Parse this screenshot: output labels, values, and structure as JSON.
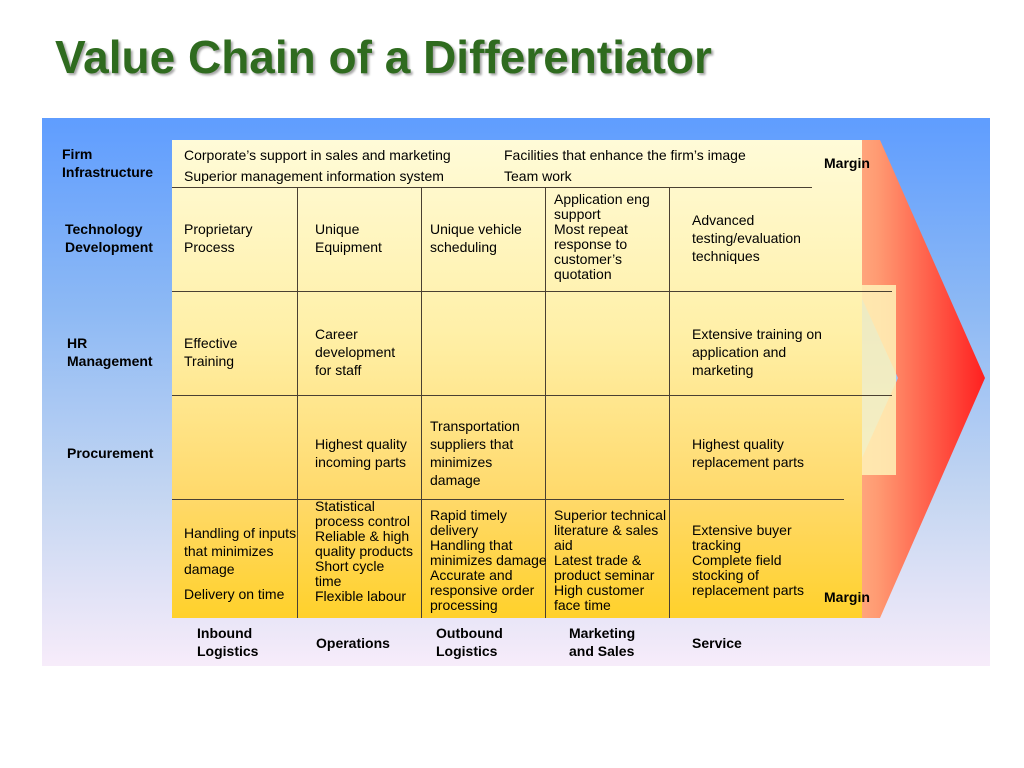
{
  "title": "Value Chain of a Differentiator",
  "row_labels": {
    "infrastructure": "Firm\nInfrastructure",
    "technology": "Technology\nDevelopment",
    "hr": "HR\nManagement",
    "procurement": "Procurement"
  },
  "col_labels": {
    "inbound": "Inbound\nLogistics",
    "operations": "Operations",
    "outbound": "Outbound\nLogistics",
    "marketing": "Marketing\nand Sales",
    "service": "Service"
  },
  "margin_labels": {
    "top": "Margin",
    "bottom": "Margin"
  },
  "infrastructure": {
    "support": "Corporate’s support in sales and marketing",
    "facilities": "Facilities that enhance the firm’s image",
    "mis": "Superior management information system",
    "teamwork": "Team work"
  },
  "technology": {
    "inbound": "Proprietary\nProcess",
    "operations": "Unique\nEquipment",
    "outbound": "Unique vehicle\nscheduling",
    "marketing": "Application eng\nsupport\nMost repeat\nresponse to\ncustomer’s\nquotation",
    "service": "Advanced\ntesting/evaluation\ntechniques"
  },
  "hr": {
    "inbound": "Effective\nTraining",
    "operations": "Career\ndevelopment\nfor staff",
    "service": "Extensive training on\napplication and\nmarketing"
  },
  "procurement": {
    "operations": "Highest quality\nincoming parts",
    "outbound": "Transportation\nsuppliers that\nminimizes\ndamage",
    "service": "Highest quality\nreplacement parts"
  },
  "primary": {
    "inbound_a": "Handling of inputs\nthat minimizes\ndamage",
    "inbound_b": "Delivery on time",
    "operations": "Statistical\nprocess control\nReliable & high\nquality products\nShort cycle\ntime\nFlexible labour",
    "outbound": "Rapid  timely\ndelivery\nHandling that\nminimizes damage\nAccurate and\nresponsive order\nprocessing",
    "marketing": "Superior technical\nliterature & sales\naid\nLatest trade &\nproduct seminar\nHigh customer\n face time",
    "service": "Extensive buyer\ntracking\nComplete field\nstocking of\nreplacement parts"
  }
}
